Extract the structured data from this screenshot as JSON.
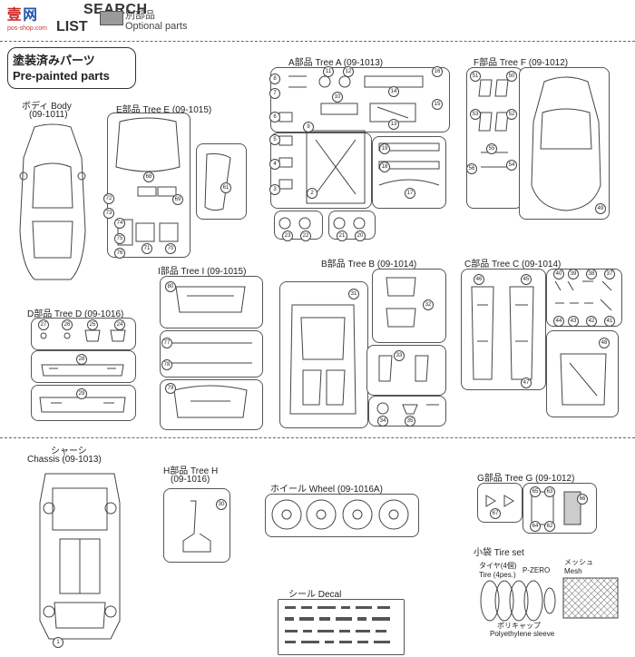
{
  "header": {
    "search": "SEARCH",
    "list": "LIST",
    "optional_jp": "別部品",
    "optional_en": "Optional parts",
    "logo_sub": "pos-shop.com"
  },
  "prepainted": {
    "jp": "塗装済みパーツ",
    "en": "Pre-painted parts"
  },
  "body": {
    "title": "ボディ Body",
    "code": "(09-1011)"
  },
  "tree_e": {
    "title": "E部品 Tree E",
    "code": "(09-1015)"
  },
  "tree_a": {
    "title": "A部品 Tree A",
    "code": "(09-1013)"
  },
  "tree_f": {
    "title": "F部品 Tree F",
    "code": "(09-1012)"
  },
  "tree_i": {
    "title": "I部品 Tree I",
    "code": "(09-1015)"
  },
  "tree_b": {
    "title": "B部品 Tree B",
    "code": "(09-1014)"
  },
  "tree_c": {
    "title": "C部品 Tree C",
    "code": "(09-1014)"
  },
  "tree_d": {
    "title": "D部品 Tree D",
    "code": "(09-1016)"
  },
  "chassis": {
    "jp": "シャーシ",
    "en": "Chassis",
    "code": "(09-1013)"
  },
  "tree_h": {
    "title": "H部品 Tree H",
    "code": "(09-1016)"
  },
  "wheel": {
    "title": "ホイール Wheel",
    "code": "(09-1016A)"
  },
  "tree_g": {
    "title": "G部品 Tree G",
    "code": "(09-1012)"
  },
  "tire_set": {
    "title": "小袋 Tire set"
  },
  "tire": {
    "jp": "タイヤ(4個)",
    "en": "Tire (4pes.)",
    "brand": "P-ZERO"
  },
  "mesh": {
    "jp": "メッシュ",
    "en": "Mesh"
  },
  "sleeve": {
    "jp": "ポリキャップ",
    "en": "Polyethylene sleeve"
  },
  "decal": {
    "title": "シール Decal"
  },
  "parts_e": [
    "68",
    "61",
    "72",
    "73",
    "69",
    "74",
    "75",
    "76",
    "71",
    "70"
  ],
  "parts_a": [
    "8",
    "11",
    "12",
    "16",
    "7",
    "10",
    "14",
    "15",
    "6",
    "9",
    "13",
    "5",
    "19",
    "4",
    "18",
    "3",
    "2",
    "17",
    "23",
    "22",
    "21",
    "20"
  ],
  "parts_f": [
    "51",
    "50",
    "53",
    "52",
    "55",
    "56",
    "54",
    "49"
  ],
  "parts_i": [
    "80",
    "77",
    "78",
    "79"
  ],
  "parts_b": [
    "31",
    "32",
    "33",
    "34",
    "35"
  ],
  "parts_c": [
    "46",
    "45",
    "40",
    "39",
    "38",
    "37",
    "44",
    "43",
    "42",
    "41",
    "48",
    "47"
  ],
  "parts_d": [
    "27",
    "26",
    "25",
    "24",
    "28",
    "29"
  ],
  "parts_h": [
    "30"
  ],
  "parts_g": [
    "65",
    "63",
    "66",
    "67",
    "64",
    "62"
  ],
  "parts_chassis": [
    "1"
  ]
}
